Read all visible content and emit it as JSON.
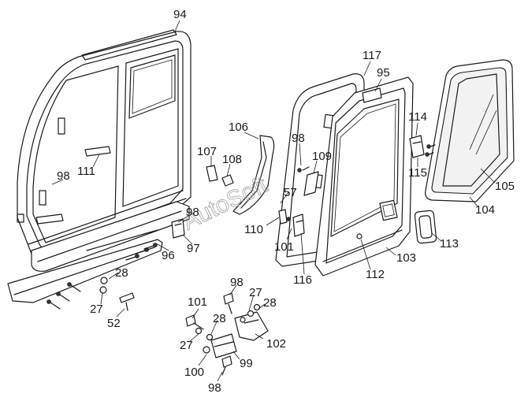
{
  "watermark": "AutoSoft",
  "labels": [
    {
      "id": "94",
      "text": "94"
    },
    {
      "id": "117",
      "text": "117"
    },
    {
      "id": "95",
      "text": "95"
    },
    {
      "id": "106",
      "text": "106"
    },
    {
      "id": "114",
      "text": "114"
    },
    {
      "id": "98a",
      "text": "98"
    },
    {
      "id": "107",
      "text": "107"
    },
    {
      "id": "108",
      "text": "108"
    },
    {
      "id": "109",
      "text": "109"
    },
    {
      "id": "115",
      "text": "115"
    },
    {
      "id": "105",
      "text": "105"
    },
    {
      "id": "111",
      "text": "111"
    },
    {
      "id": "98b",
      "text": "98"
    },
    {
      "id": "57",
      "text": "57"
    },
    {
      "id": "104",
      "text": "104"
    },
    {
      "id": "98c",
      "text": "98"
    },
    {
      "id": "110",
      "text": "110"
    },
    {
      "id": "113",
      "text": "113"
    },
    {
      "id": "96",
      "text": "96"
    },
    {
      "id": "97",
      "text": "97"
    },
    {
      "id": "101a",
      "text": "101"
    },
    {
      "id": "103",
      "text": "103"
    },
    {
      "id": "28a",
      "text": "28"
    },
    {
      "id": "116",
      "text": "116"
    },
    {
      "id": "112",
      "text": "112"
    },
    {
      "id": "98d",
      "text": "98"
    },
    {
      "id": "27a",
      "text": "27"
    },
    {
      "id": "27b",
      "text": "27"
    },
    {
      "id": "28b",
      "text": "28"
    },
    {
      "id": "101b",
      "text": "101"
    },
    {
      "id": "52",
      "text": "52"
    },
    {
      "id": "28c",
      "text": "28"
    },
    {
      "id": "102",
      "text": "102"
    },
    {
      "id": "27c",
      "text": "27"
    },
    {
      "id": "100",
      "text": "100"
    },
    {
      "id": "99",
      "text": "99"
    },
    {
      "id": "98e",
      "text": "98"
    }
  ]
}
